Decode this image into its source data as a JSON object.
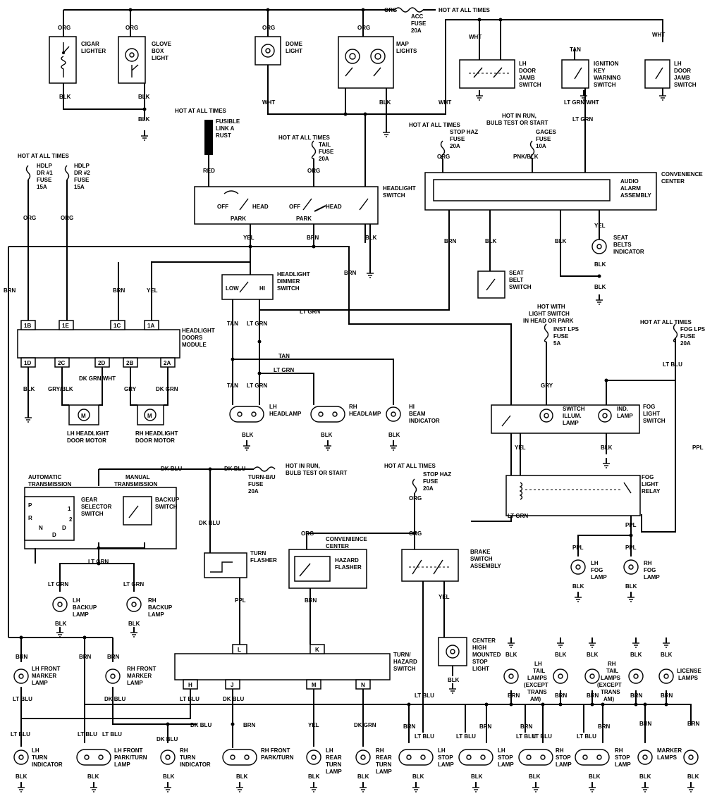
{
  "colors": {
    "ink": "#000000",
    "paper": "#ffffff"
  },
  "top": {
    "org": "ORG",
    "acc_fuse": [
      "ACC",
      "FUSE",
      "20A"
    ],
    "hot_at_all_times": "HOT AT ALL TIMES"
  },
  "components": {
    "cigar_lighter": [
      "CIGAR",
      "LIGHTER"
    ],
    "glove_box_light": [
      "GLOVE",
      "BOX",
      "LIGHT"
    ],
    "dome_light": [
      "DOME",
      "LIGHT"
    ],
    "map_lights": [
      "MAP",
      "LIGHTS"
    ],
    "lh_door_jamb_switch": [
      "LH",
      "DOOR",
      "JAMB",
      "SWITCH"
    ],
    "ignition_key_warning_switch": [
      "IGNITION",
      "KEY",
      "WARNING",
      "SWITCH"
    ],
    "lh_door_jamb_switch_2": [
      "LH",
      "DOOR",
      "JAMB",
      "SWITCH"
    ],
    "fusible_link": [
      "FUSIBLE",
      "LINK A",
      "RUST"
    ],
    "tail_fuse": [
      "TAIL",
      "FUSE",
      "20A"
    ],
    "stop_haz_fuse_top": [
      "STOP HAZ",
      "FUSE",
      "20A"
    ],
    "hot_in_run_top": [
      "HOT IN RUN,",
      "BULB TEST OR START"
    ],
    "gages_fuse": [
      "GAGES",
      "FUSE",
      "10A"
    ],
    "hdlp_dr1_fuse": [
      "HDLP",
      "DR #1",
      "FUSE",
      "15A"
    ],
    "hdlp_dr2_fuse": [
      "HDLP",
      "DR #2",
      "FUSE",
      "15A"
    ],
    "headlight_switch": [
      "HEADLIGHT",
      "SWITCH"
    ],
    "convenience_center_top": [
      "CONVENIENCE",
      "CENTER"
    ],
    "audio_alarm": [
      "AUDIO",
      "ALARM",
      "ASSEMBLY"
    ],
    "seat_belts_indicator": [
      "SEAT",
      "BELTS",
      "INDICATOR"
    ],
    "seat_belt_switch": [
      "SEAT",
      "BELT",
      "SWITCH"
    ],
    "headlight_dimmer": [
      "HEADLIGHT",
      "DIMMER",
      "SWITCH"
    ],
    "headlight_doors_module": [
      "HEADLIGHT",
      "DOORS",
      "MODULE"
    ],
    "lh_headlight_door_motor": [
      "LH HEADLIGHT",
      "DOOR MOTOR"
    ],
    "rh_headlight_door_motor": [
      "RH HEADLIGHT",
      "DOOR MOTOR"
    ],
    "lh_headlamp": [
      "LH",
      "HEADLAMP"
    ],
    "rh_headlamp": [
      "RH",
      "HEADLAMP"
    ],
    "hi_beam_indicator": [
      "HI",
      "BEAM",
      "INDICATOR"
    ],
    "hot_with_light_switch": [
      "HOT WITH",
      "LIGHT SWITCH",
      "IN HEAD OR PARK"
    ],
    "inst_lps_fuse": [
      "INST LPS",
      "FUSE",
      "5A"
    ],
    "fog_lps_fuse": [
      "FOG LPS",
      "FUSE",
      "20A"
    ],
    "fog_light_switch": [
      "FOG",
      "LIGHT",
      "SWITCH"
    ],
    "switch_illum_lamp": [
      "SWITCH",
      "ILLUM.",
      "LAMP"
    ],
    "ind_lamp": [
      "IND.",
      "LAMP"
    ],
    "fog_light_relay": [
      "FOG",
      "LIGHT",
      "RELAY"
    ],
    "lh_fog_lamp": [
      "LH",
      "FOG",
      "LAMP"
    ],
    "rh_fog_lamp": [
      "RH",
      "FOG",
      "LAMP"
    ],
    "automatic_transmission": [
      "AUTOMATIC",
      "TRANSMISSION"
    ],
    "manual_transmission": [
      "MANUAL",
      "TRANSMISSION"
    ],
    "gear_selector_switch": [
      "GEAR",
      "SELECTOR",
      "SWITCH"
    ],
    "backup_switch": [
      "BACKUP",
      "SWITCH"
    ],
    "lh_backup_lamp": [
      "LH",
      "BACKUP",
      "LAMP"
    ],
    "rh_backup_lamp": [
      "RH",
      "BACKUP",
      "LAMP"
    ],
    "turn_bu_fuse": [
      "TURN-B/U",
      "FUSE",
      "20A"
    ],
    "hot_in_run_mid": [
      "HOT IN RUN,",
      "BULB TEST OR START"
    ],
    "stop_haz_fuse_mid": [
      "STOP HAZ",
      "FUSE",
      "20A"
    ],
    "turn_flasher": [
      "TURN",
      "FLASHER"
    ],
    "convenience_center_mid": [
      "CONVENIENCE",
      "CENTER"
    ],
    "hazard_flasher": [
      "HAZARD",
      "FLASHER"
    ],
    "brake_switch_assembly": [
      "BRAKE",
      "SWITCH",
      "ASSEMBLY"
    ],
    "center_high_mounted_stop_light": [
      "CENTER",
      "HIGH",
      "MOUNTED",
      "STOP",
      "LIGHT"
    ],
    "turn_hazard_switch": [
      "TURN/",
      "HAZARD",
      "SWITCH"
    ],
    "lh_tail_lamps": [
      "LH",
      "TAIL",
      "LAMPS",
      "(EXCEPT",
      "TRANS",
      "AM)"
    ],
    "rh_tail_lamps": [
      "RH",
      "TAIL",
      "LAMPS",
      "(EXCEPT",
      "TRANS",
      "AM)"
    ],
    "license_lamps": [
      "LICENSE",
      "LAMPS"
    ],
    "lh_front_marker_lamp": [
      "LH FRONT",
      "MARKER",
      "LAMP"
    ],
    "rh_front_marker_lamp": [
      "RH FRONT",
      "MARKER",
      "LAMP"
    ],
    "lh_turn_indicator": [
      "LH",
      "TURN",
      "INDICATOR"
    ],
    "lh_front_park_turn_lamp": [
      "LH FRONT",
      "PARK/TURN",
      "LAMP"
    ],
    "rh_turn_indicator": [
      "RH",
      "TURN",
      "INDICATOR"
    ],
    "rh_front_park_turn_lamp": [
      "RH FRONT",
      "PARK/TURN",
      "LAMP"
    ],
    "lh_rear_turn_lamp": [
      "LH",
      "REAR",
      "TURN",
      "LAMP"
    ],
    "rh_rear_turn_lamp": [
      "RH",
      "REAR",
      "TURN",
      "LAMP"
    ],
    "lh_stop_lamp_1": [
      "LH",
      "STOP",
      "LAMP"
    ],
    "lh_stop_lamp_2": [
      "LH",
      "STOP",
      "LAMP"
    ],
    "rh_stop_lamp_1": [
      "RH",
      "STOP",
      "LAMP"
    ],
    "rh_stop_lamp_2": [
      "RH",
      "STOP",
      "LAMP"
    ],
    "marker_lamps": [
      "MARKER",
      "LAMPS"
    ]
  },
  "switch_text": {
    "off": "OFF",
    "head": "HEAD",
    "park": "PARK",
    "low": "LOW",
    "hi": "HI",
    "gear": [
      "P",
      "R",
      "N",
      "D",
      "1",
      "2",
      "D"
    ]
  },
  "pins": {
    "module_top": [
      "1B",
      "1E",
      "1C",
      "1A"
    ],
    "module_bottom": [
      "1D",
      "2C",
      "2D",
      "2B",
      "2A"
    ],
    "turn_top": [
      "L",
      "K"
    ],
    "turn_bottom": [
      "H",
      "J",
      "M",
      "N"
    ]
  },
  "wire_labels": {
    "org": "ORG",
    "blk": "BLK",
    "wht": "WHT",
    "tan": "TAN",
    "red": "RED",
    "yel": "YEL",
    "brn": "BRN",
    "lt_grn": "LT GRN",
    "lt_grn_wht": "LT GRN/WHT",
    "pnk_blk": "PNK/BLK",
    "gry": "GRY",
    "gry_blk": "GRY/BLK",
    "dk_grn_wht": "DK GRN/WHT",
    "dk_grn": "DK GRN",
    "dk_blu": "DK BLU",
    "ppl": "PPL",
    "lt_blu": "LT BLU"
  },
  "misc": {
    "motor": "M"
  }
}
